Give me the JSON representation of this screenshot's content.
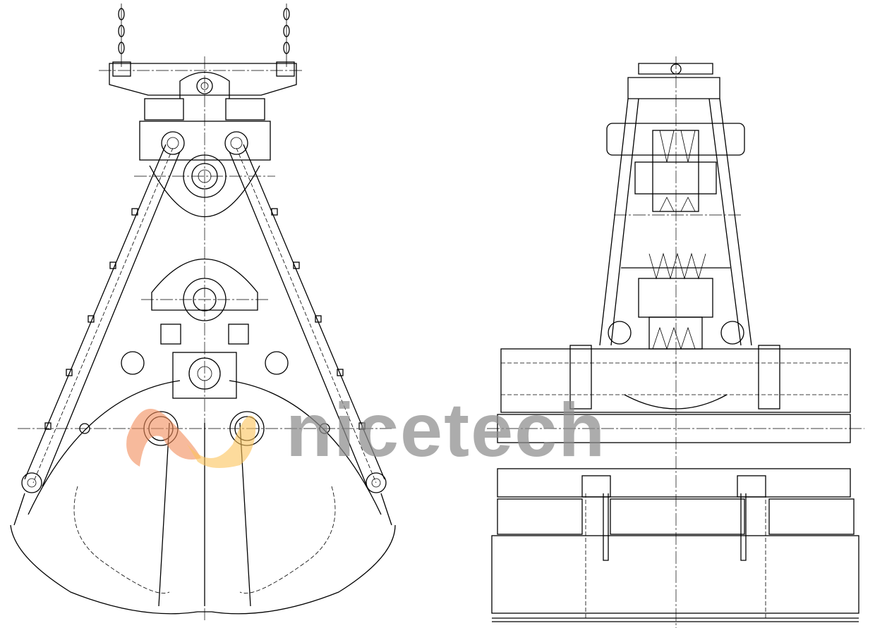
{
  "drawing": {
    "views": [
      "front-view",
      "side-view"
    ]
  },
  "watermark": {
    "text": "nicetech",
    "colors": {
      "text": "#8c8c8c",
      "wave_left": "#f28c5a",
      "wave_right": "#fbc35a"
    }
  }
}
